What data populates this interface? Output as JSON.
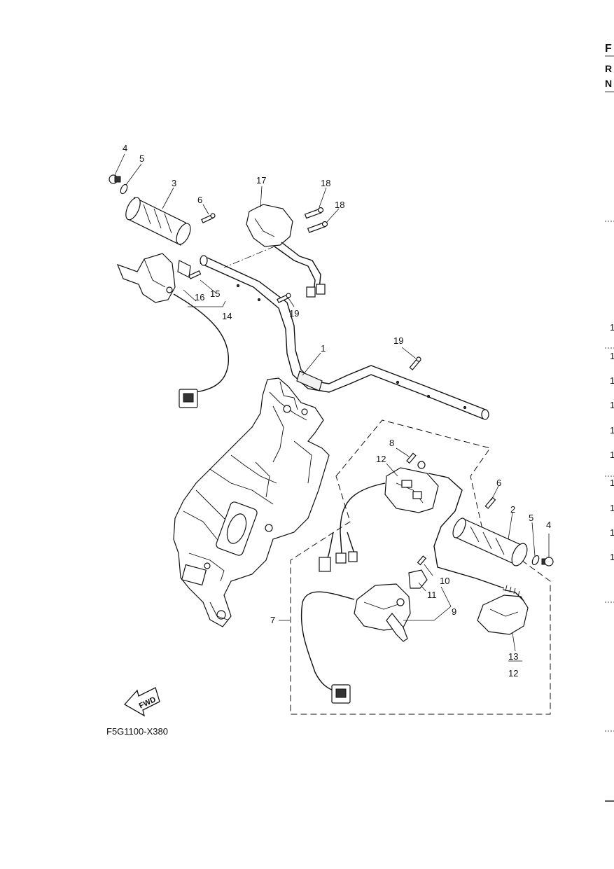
{
  "diagram": {
    "part_numbers": [
      "1",
      "2",
      "3",
      "4",
      "5",
      "6",
      "7",
      "8",
      "9",
      "10",
      "11",
      "12",
      "13",
      "14",
      "15",
      "16",
      "17",
      "18",
      "19"
    ],
    "callouts": {
      "c4_top": "4",
      "c5_top": "5",
      "c3": "3",
      "c6_top": "6",
      "c17": "17",
      "c18_a": "18",
      "c18_b": "18",
      "c15": "15",
      "c16": "16",
      "c14": "14",
      "c19_a": "19",
      "c19_b": "19",
      "c1": "1",
      "c8": "8",
      "c12_a": "12",
      "c6_right": "6",
      "c2": "2",
      "c5_right": "5",
      "c4_right": "4",
      "c10": "10",
      "c11": "11",
      "c9": "9",
      "c7": "7",
      "c13": "13",
      "c12_b": "12"
    },
    "fwd_arrow_label": "FWD",
    "figure_code": "F5G1100-X380"
  },
  "right_edge": {
    "letters": [
      "F",
      "R",
      "N"
    ],
    "numbers": [
      "1",
      "1",
      "1",
      "1",
      "1",
      "1",
      "1",
      "1",
      "1",
      "1"
    ]
  }
}
